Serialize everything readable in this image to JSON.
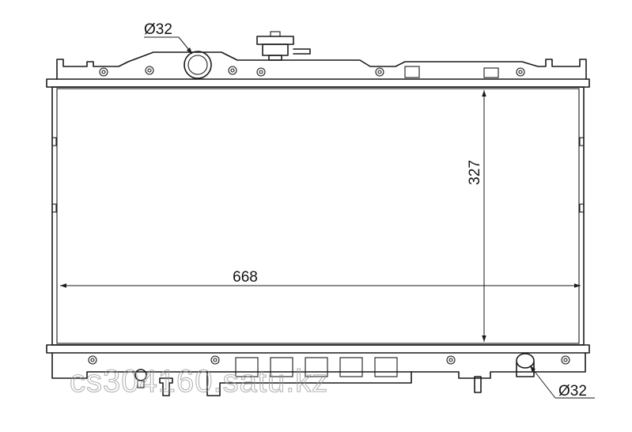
{
  "dimensions": {
    "width_label": "668",
    "height_label": "327",
    "inlet_diameter_label": "Ø32",
    "outlet_diameter_label": "Ø32"
  },
  "watermark": "cs304160.satu.kz",
  "colors": {
    "line": "#1a1a1a",
    "watermark": "#9a9a9a",
    "background": "#ffffff"
  }
}
